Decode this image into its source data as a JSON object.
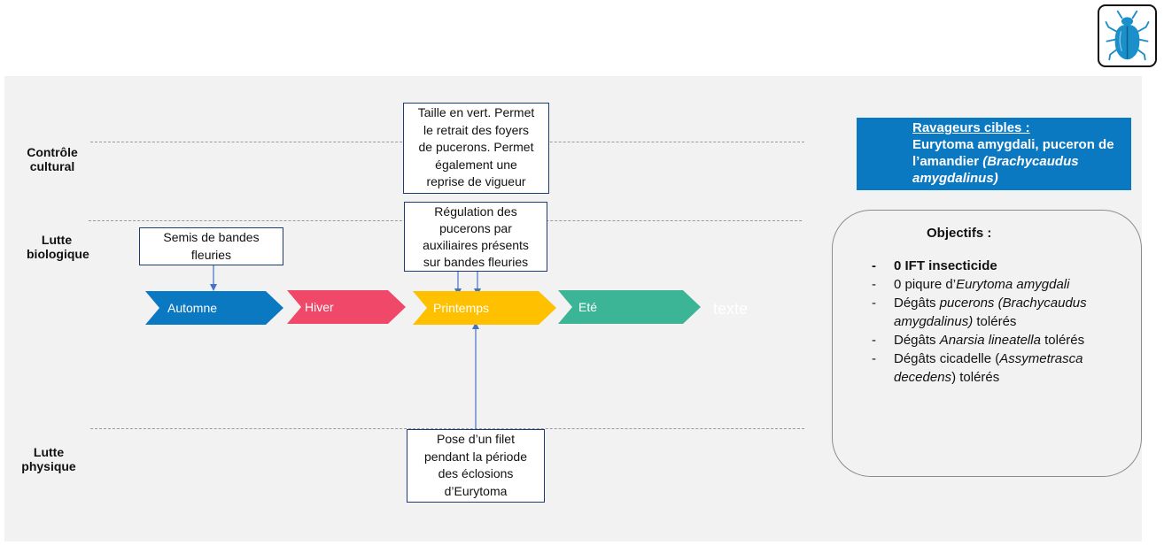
{
  "rows": {
    "controle": "Contrôle cultural",
    "bio": "Lutte biologique",
    "physique": "Lutte physique"
  },
  "seasons": [
    {
      "label": "Automne",
      "color": "#0b78c2"
    },
    {
      "label": "Hiver",
      "color": "#ef4868"
    },
    {
      "label": "Printemps",
      "color": "#ffc000"
    },
    {
      "label": "Eté",
      "color": "#3cb496"
    }
  ],
  "placeholder_text": "texte",
  "notes": {
    "taille": [
      "Taille en vert. Permet",
      "le retrait des foyers",
      "de pucerons. Permet",
      "également une",
      "reprise de vigueur"
    ],
    "regulation": [
      "Régulation des",
      "pucerons par",
      "auxiliaires présents",
      "sur bandes fleuries"
    ],
    "semis": [
      "Semis de bandes",
      "fleuries"
    ],
    "filet": [
      "Pose d’un filet",
      "pendant la période",
      "des éclosions",
      "d’Eurytoma"
    ]
  },
  "pests": {
    "title": "Ravageurs cibles :",
    "line1": "Eurytoma amygdali, puceron de",
    "line2": "l’amandier ",
    "line2_italic": "(Brachycaudus",
    "line3_italic": "amygdalinus)"
  },
  "objectives": {
    "title": "Objectifs :",
    "items": [
      {
        "text": "0 IFT insecticide"
      },
      {
        "pre": "0 piqure d’",
        "it": "Eurytoma amygdali",
        "post": ""
      },
      {
        "pre": "Dégâts ",
        "it": "pucerons (Brachycaudus amygdalinus)",
        "post": " tolérés"
      },
      {
        "pre": "Dégâts ",
        "it": "Anarsia lineatella",
        "post": " tolérés"
      },
      {
        "pre": "Dégâts cicadelle (",
        "it": "Assymetrasca decedens",
        "post": ") tolérés"
      }
    ]
  },
  "logo": {
    "icon": "beetle-icon",
    "color": "#1a8fc9"
  }
}
